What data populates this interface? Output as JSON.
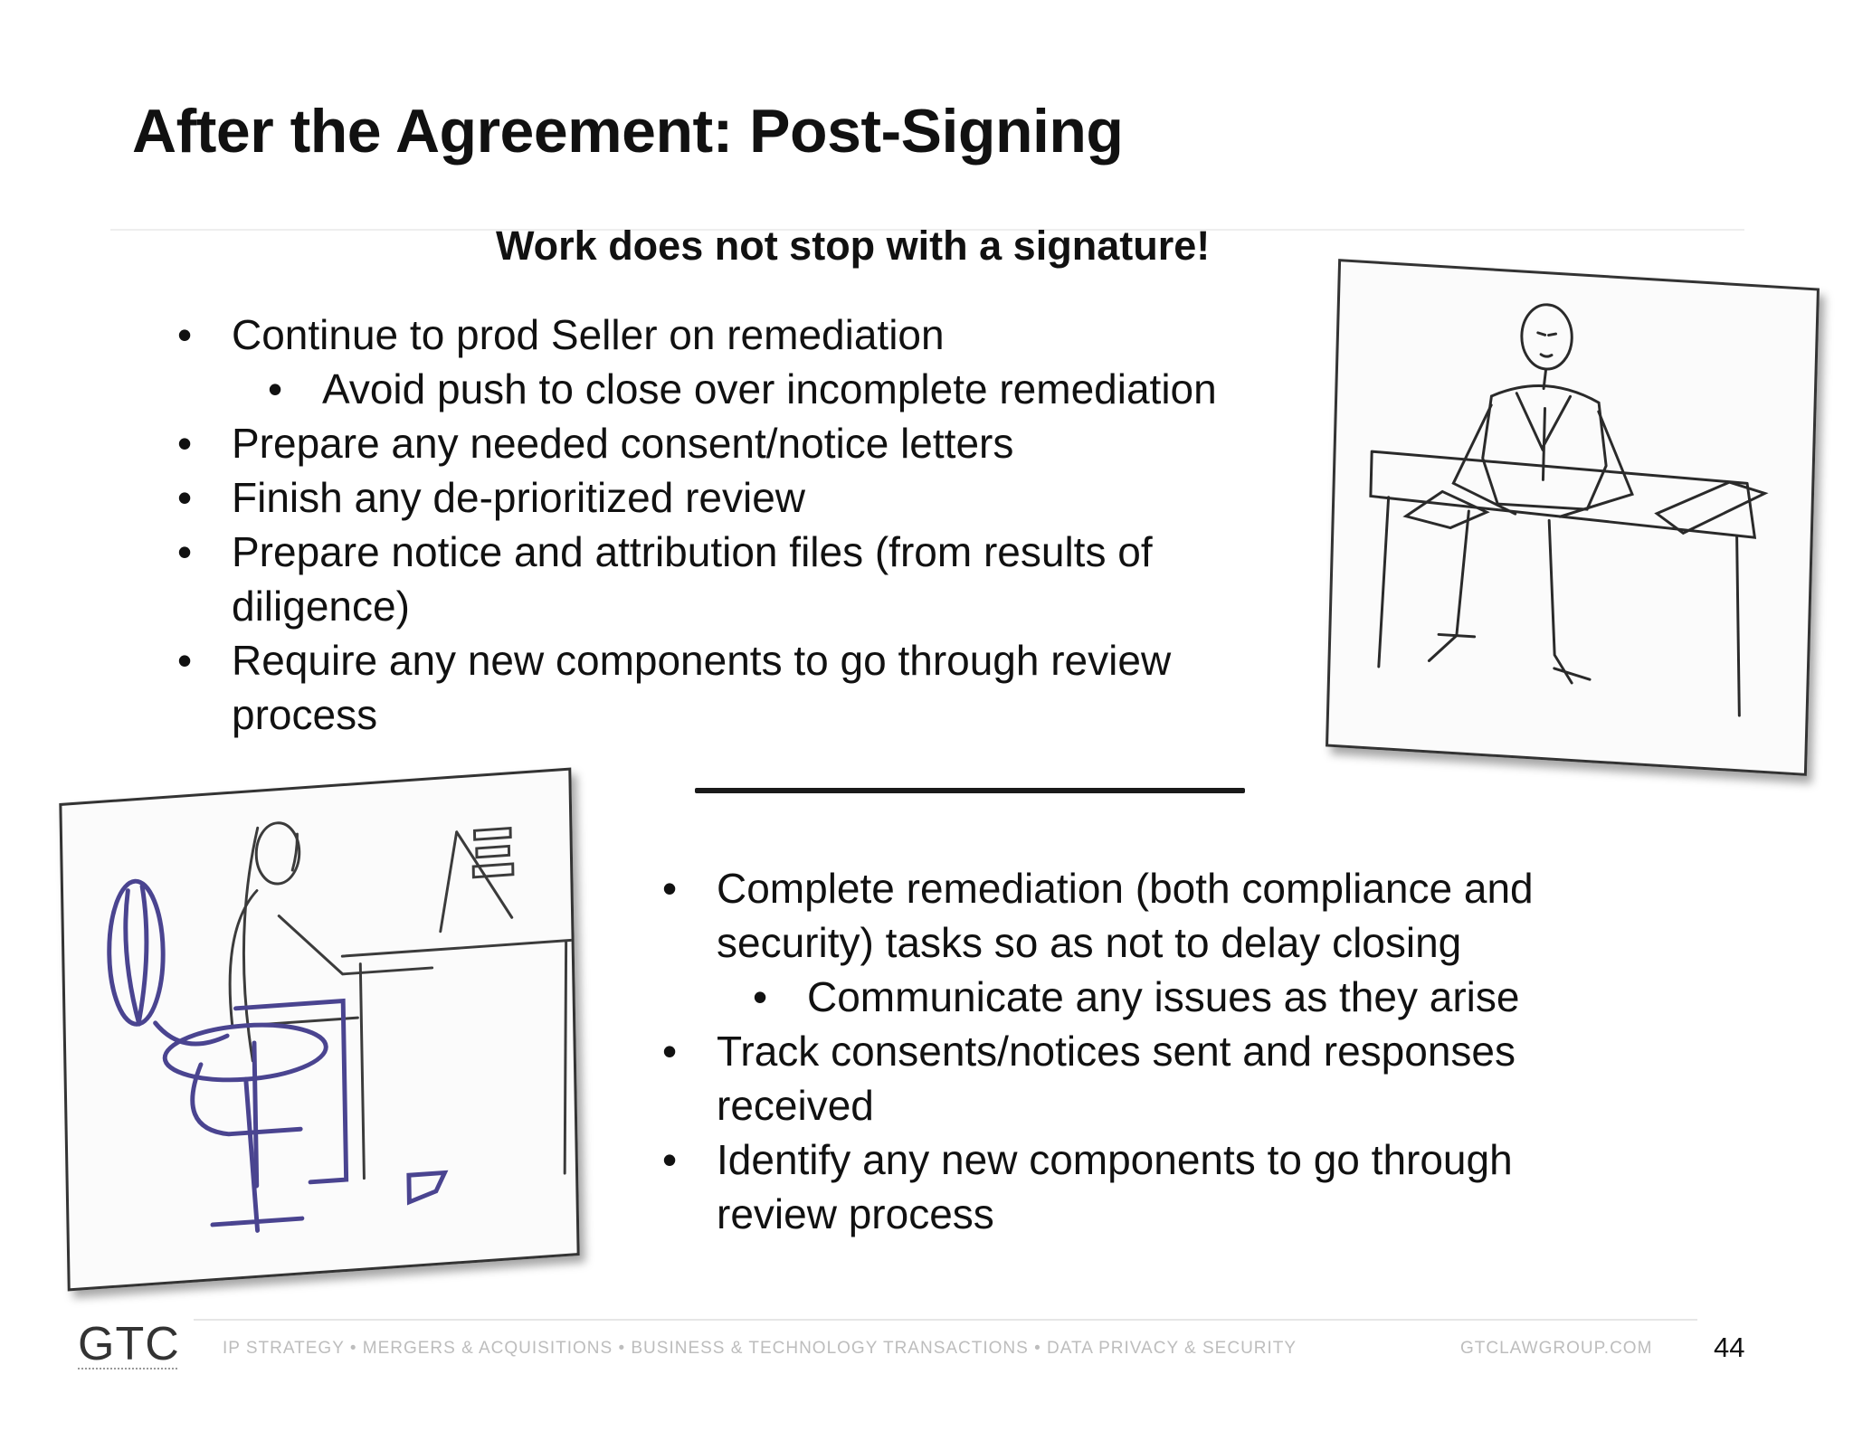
{
  "slide": {
    "title": "After the Agreement: Post-Signing",
    "subtitle": "Work does not stop with a signature!",
    "top_bullets": [
      {
        "text": "Continue to prod Seller on remediation",
        "level": 1
      },
      {
        "text": "Avoid push to close over incomplete remediation",
        "level": 2
      },
      {
        "text": "Prepare any needed consent/notice letters",
        "level": 1
      },
      {
        "text": "Finish any de-prioritized review",
        "level": 1
      },
      {
        "text": "Prepare notice and attribution files (from results of diligence)",
        "level": 1
      },
      {
        "text": "Require any new components to go through review process",
        "level": 1
      }
    ],
    "bottom_bullets": [
      {
        "text": "Complete remediation (both compliance and security) tasks so as not to delay closing",
        "level": 1
      },
      {
        "text": "Communicate any issues as they arise",
        "level": 2
      },
      {
        "text": "Track consents/notices sent and responses received",
        "level": 1
      },
      {
        "text": "Identify any new components to go through review process",
        "level": 1
      }
    ],
    "images": {
      "right": {
        "icon": "man-at-desk-sketch"
      },
      "left": {
        "icon": "woman-at-laptop-sketch"
      }
    }
  },
  "footer": {
    "logo": "GTC",
    "services": "IP STRATEGY • MERGERS & ACQUISITIONS • BUSINESS & TECHNOLOGY TRANSACTIONS • DATA PRIVACY & SECURITY",
    "website": "GTCLAWGROUP.COM",
    "page_number": "44"
  },
  "colors": {
    "text": "#111111",
    "footer_text": "#bdbdbd",
    "sketch_blue": "#4a4490"
  }
}
